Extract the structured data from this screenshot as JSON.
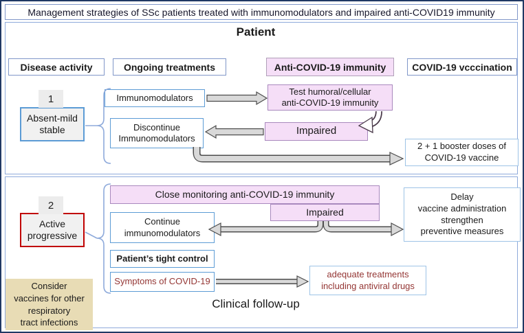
{
  "title": "Management strategies of SSc patients treated with immunomodulators and impaired anti-COVID19 immunity",
  "patient_label": "Patient",
  "columns": [
    "Disease activity",
    "Ongoing treatments",
    "Anti-COVID-19 immunity",
    "COVID-19 vcccination"
  ],
  "section1": {
    "number": "1",
    "stage": "Absent-mild\nstable",
    "ongoing_box": "Immunomodulators",
    "test_box": "Test humoral/cellular\nanti-COVID-19 immunity",
    "impaired_box": "Impaired",
    "discontinue_box": "Discontinue\nImmunomodulators",
    "booster_box": "2 + 1 booster doses of\nCOVID-19 vaccine"
  },
  "section2": {
    "number": "2",
    "stage": "Active\nprogressive",
    "monitoring_box": "Close monitoring anti-COVID-19 immunity",
    "impaired_box": "Impaired",
    "continue_box": "Continue\nimmunomodulators",
    "tight_control_box": "Patient’s tight control",
    "symptoms_box": "Symptoms of COVID-19",
    "adequate_box": "adequate treatments\nincluding antiviral drugs",
    "delay_box": "Delay\nvaccine administration\nstrengthen\npreventive measures",
    "follow_up": "Clinical follow-up",
    "consider_box": "Consider\nvaccines for other\nrespiratory\ntract infections"
  },
  "colors": {
    "pink_fill": "#f5def7",
    "pink_border": "#a888bd",
    "blue_border": "#5b9bd5",
    "light_blue_border": "#9dc3e6",
    "panel_border": "#8eaadb",
    "outer_border": "#1f3864",
    "gray_fill": "#f1f1f1",
    "tan_fill": "#e8dcb5",
    "red_border": "#c00000",
    "dark_red_text": "#943634",
    "arrow_fill": "#d9d9d9",
    "arrow_outline": "#4d4d4d"
  }
}
